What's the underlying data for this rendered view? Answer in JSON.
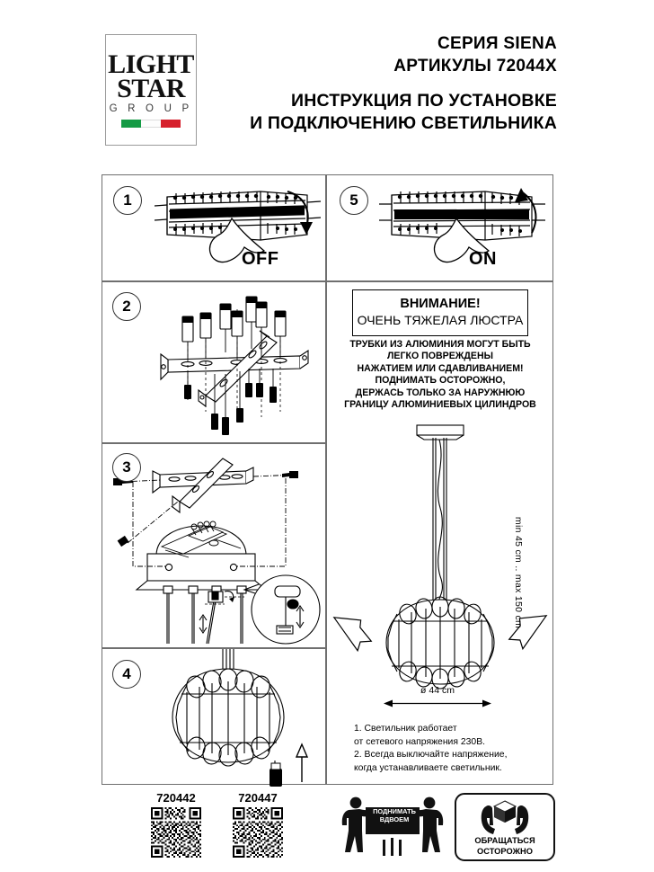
{
  "header": {
    "logo": {
      "line1": "LIGHT",
      "line2": "STAR",
      "group": "G R O U P",
      "flag_colors": [
        "#159b45",
        "#ffffff",
        "#d6202c"
      ]
    },
    "series": "СЕРИЯ SIENA",
    "articles": "АРТИКУЛЫ 72044X",
    "instruction_line1": "ИНСТРУКЦИЯ ПО УСТАНОВКЕ",
    "instruction_line2": "И ПОДКЛЮЧЕНИЮ СВЕТИЛЬНИКА"
  },
  "steps": {
    "s1": {
      "number": "1",
      "label": "OFF"
    },
    "s2": {
      "number": "2"
    },
    "s3": {
      "number": "3"
    },
    "s4": {
      "number": "4"
    },
    "s5": {
      "number": "5",
      "label": "ON"
    }
  },
  "warning": {
    "title": "ВНИМАНИЕ!",
    "subtitle": "ОЧЕНЬ ТЯЖЕЛАЯ ЛЮСТРА",
    "body": [
      "ТРУБКИ ИЗ АЛЮМИНИЯ МОГУТ БЫТЬ",
      "ЛЕГКО ПОВРЕЖДЕНЫ",
      "НАЖАТИЕМ ИЛИ СДАВЛИВАНИЕМ!",
      "ПОДНИМАТЬ ОСТОРОЖНО,",
      "ДЕРЖАСЬ ТОЛЬКО ЗА НАРУЖНЮЮ",
      "ГРАНИЦУ АЛЮМИНИЕВЫХ ЦИЛИНДРОВ"
    ]
  },
  "dimensions": {
    "height": "min 45 cm .. max 150 cm",
    "diameter": "ø 44 cm"
  },
  "notes": [
    "1. Светильник работает",
    "от сетевого напряжения 230В.",
    "2. Всегда выключайте напряжение,",
    "когда устанавливаете светильник."
  ],
  "qr_codes": [
    {
      "label": "720442"
    },
    {
      "label": "720447"
    }
  ],
  "pictograms": {
    "lift": {
      "line1": "ПОДНИМАТЬ",
      "line2": "ВДВОЕМ"
    },
    "care": {
      "line1": "ОБРАЩАТЬСЯ",
      "line2": "ОСТОРОЖНО"
    }
  }
}
